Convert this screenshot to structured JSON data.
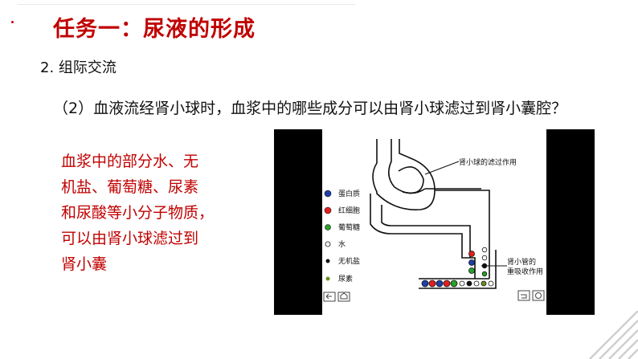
{
  "slide": {
    "title": "任务一：尿液的形成",
    "section": "2. 组际交流",
    "question": "（2）血液流经肾小球时，血浆中的哪些成分可以由肾小球滤过到肾小囊腔？",
    "answer_lines": [
      "血浆中的部分水、无",
      "机盐、葡萄糖、尿素",
      "和尿酸等小分子物质，",
      "可以由肾小球滤过到",
      "肾小囊"
    ],
    "accent_color": "#c00000"
  },
  "diagram": {
    "legend": [
      {
        "label": "蛋白质",
        "color": "#1f3fa8"
      },
      {
        "label": "红细胞",
        "color": "#e41e1e"
      },
      {
        "label": "葡萄糖",
        "color": "#2aa02a"
      },
      {
        "label": "水",
        "color": "#ffffff"
      },
      {
        "label": "无机盐",
        "color": "#111111"
      },
      {
        "label": "尿素",
        "color": "#6b8e23"
      }
    ],
    "annotation_filtration": "肾小球的滤过作用",
    "annotation_reabsorption_1": "肾小管的",
    "annotation_reabsorption_2": "重吸收作用"
  }
}
